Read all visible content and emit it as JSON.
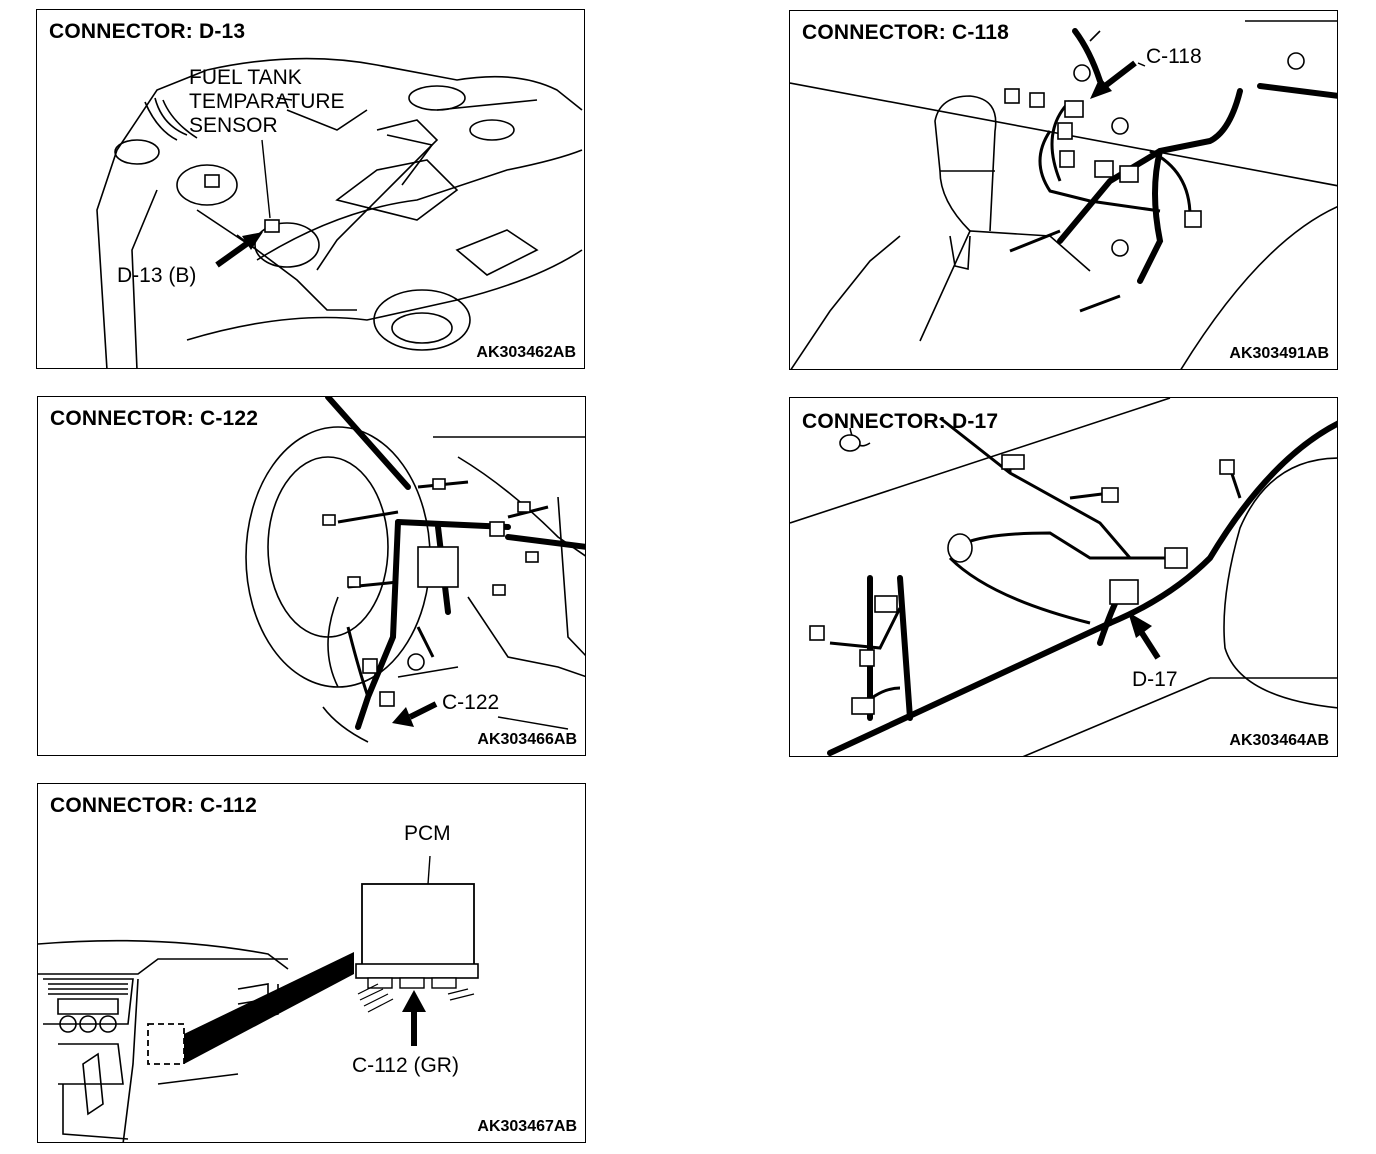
{
  "panels": {
    "d13": {
      "title": "CONNECTOR: D-13",
      "sensor_label": [
        "FUEL TANK",
        "TEMPARATURE",
        "SENSOR"
      ],
      "connector_label": "D-13 (B)",
      "code": "AK303462AB"
    },
    "c118": {
      "title": "CONNECTOR: C-118",
      "connector_label": "C-118",
      "code": "AK303491AB"
    },
    "c122": {
      "title": "CONNECTOR: C-122",
      "connector_label": "C-122",
      "code": "AK303466AB"
    },
    "d17": {
      "title": "CONNECTOR: D-17",
      "connector_label": "D-17",
      "code": "AK303464AB"
    },
    "c112": {
      "title": "CONNECTOR: C-112",
      "pcm_label": "PCM",
      "connector_label": "C-112 (GR)",
      "code": "AK303467AB"
    }
  }
}
